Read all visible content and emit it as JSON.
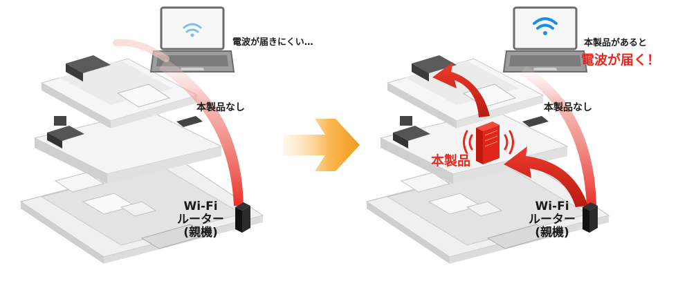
{
  "left_scene": {
    "laptop_caption": "電波が届きにくい…",
    "no_product_label": "本製品なし",
    "router_label_lines": [
      "Wi-Fi",
      "ルーター",
      "(親機)"
    ]
  },
  "right_scene": {
    "laptop_caption_line1": "本製品があると",
    "laptop_caption_line2": "電波が届く！",
    "no_product_label": "本製品なし",
    "product_label": "本製品",
    "router_label_lines": [
      "Wi-Fi",
      "ルーター",
      "(親機)"
    ]
  },
  "colors": {
    "accent_red": "#e8281e",
    "arrow_orange": "#f6a623",
    "wifi_blue": "#1e8ee0",
    "wifi_blue_faint": "#7bbfe8",
    "floor_gray": "#e6e6e6"
  },
  "icons": [
    "laptop-icon",
    "wifi-icon",
    "router-icon",
    "repeater-icon",
    "signal-arc-icon",
    "transition-arrow-icon"
  ]
}
